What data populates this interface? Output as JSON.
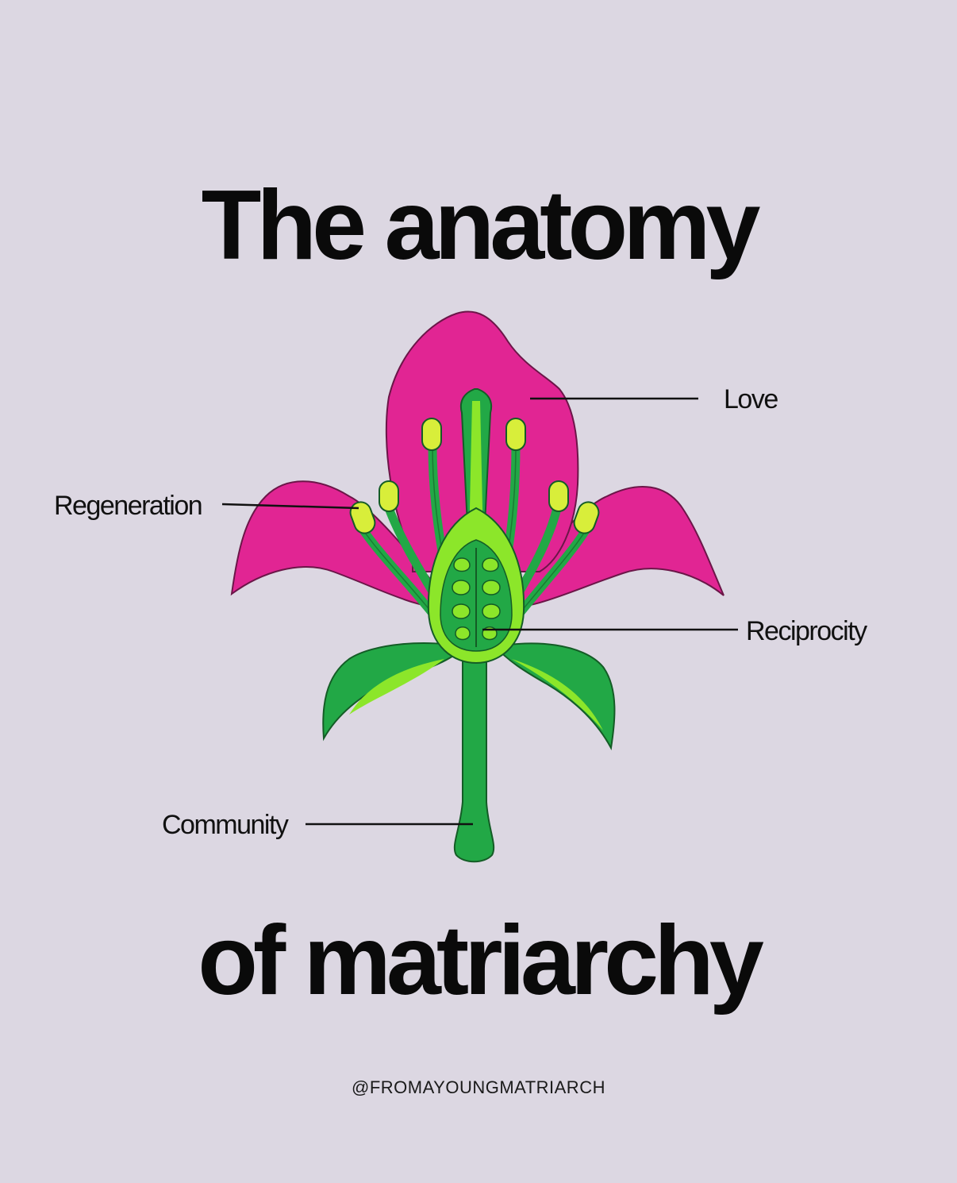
{
  "title": {
    "line1": "The anatomy",
    "line2": "of matriarchy"
  },
  "labels": {
    "love": "Love",
    "regeneration": "Regeneration",
    "reciprocity": "Reciprocity",
    "community": "Community"
  },
  "footer": {
    "handle": "@FROMAYOUNGMATRIARCH"
  },
  "colors": {
    "background": "#dcd7e2",
    "petal": "#e12593",
    "leaf_dark": "#22a846",
    "leaf_light": "#8ce62a",
    "anther": "#d8ee3a",
    "text": "#0a0a0a"
  }
}
